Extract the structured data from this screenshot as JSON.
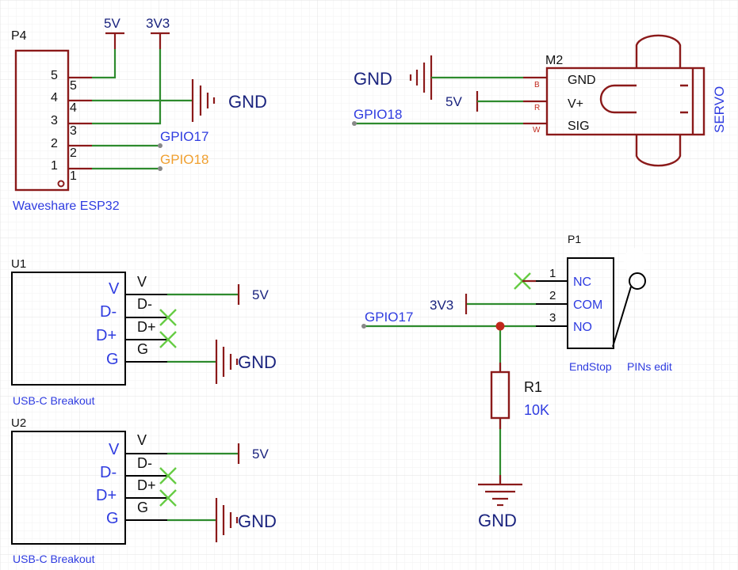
{
  "colors": {
    "wire": "#2e8b2e",
    "pin": "#8b1a1a",
    "symbol_text": "#2f3ce0",
    "net_flag": "#1a237e",
    "highlight_label": "#f0a030",
    "no_connect": "#66cc44",
    "junction": "#c0281c"
  },
  "p4": {
    "designator": "P4",
    "name": "Waveshare ESP32",
    "pins": [
      "5",
      "4",
      "3",
      "2",
      "1"
    ],
    "flag_5v": "5V",
    "flag_3v3": "3V3",
    "gnd": "GND",
    "net_gpio17": "GPIO17",
    "net_gpio18": "GPIO18"
  },
  "m2": {
    "designator": "M2",
    "name": "SERVO",
    "pins": [
      "GND",
      "V+",
      "SIG"
    ],
    "pin_codes": [
      "B",
      "R",
      "W"
    ],
    "gnd": "GND",
    "flag_5v": "5V",
    "net": "GPIO18"
  },
  "u1": {
    "designator": "U1",
    "name": "USB-C Breakout",
    "pins": [
      "V",
      "D-",
      "D+",
      "G"
    ],
    "flag_5v": "5V",
    "gnd": "GND"
  },
  "u2": {
    "designator": "U2",
    "name": "USB-C Breakout",
    "pins": [
      "V",
      "D-",
      "D+",
      "G"
    ],
    "flag_5v": "5V",
    "gnd": "GND"
  },
  "p1": {
    "designator": "P1",
    "pins": [
      "NC",
      "COM",
      "NO"
    ],
    "pin_numbers": [
      "1",
      "2",
      "3"
    ],
    "name": "EndStop",
    "name_suffix": "PINs edit",
    "flag_3v3": "3V3",
    "net": "GPIO17"
  },
  "r1": {
    "designator": "R1",
    "value": "10K",
    "gnd": "GND"
  }
}
